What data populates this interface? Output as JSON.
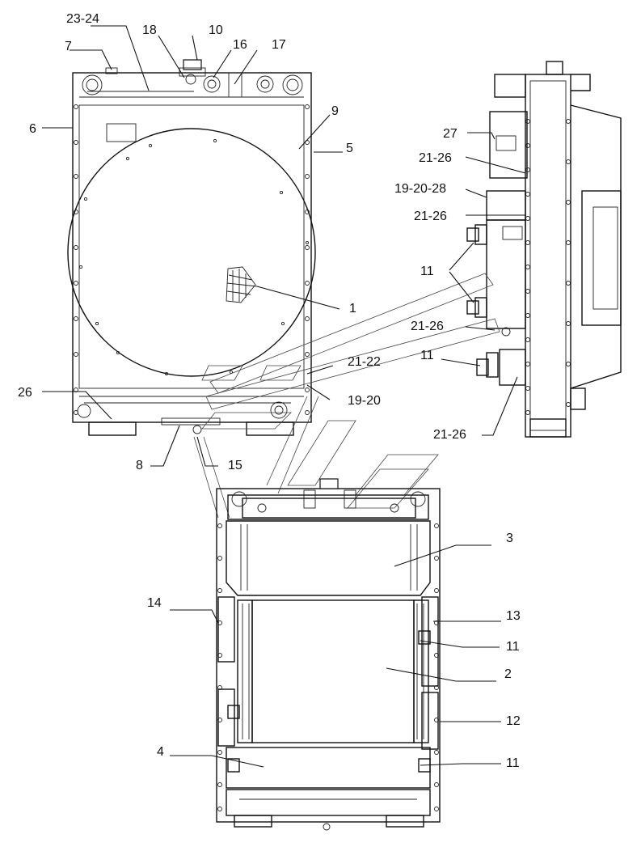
{
  "callouts": {
    "c23_24": "23-24",
    "c18": "18",
    "c10": "10",
    "c7": "7",
    "c16": "16",
    "c17": "17",
    "c9": "9",
    "c6": "6",
    "c5": "5",
    "c1": "1",
    "c21_22": "21-22",
    "c26": "26",
    "c19_20": "19-20",
    "c8": "8",
    "c15": "15",
    "c27": "27",
    "c21_26_a": "21-26",
    "c19_20_28": "19-20-28",
    "c21_26_b": "21-26",
    "c11_a": "11",
    "c21_26_c": "21-26",
    "c11_b": "11",
    "c21_26_d": "21-26",
    "c3": "3",
    "c14": "14",
    "c13": "13",
    "c11_c": "11",
    "c2": "2",
    "c12": "12",
    "c4": "4",
    "c11_d": "11"
  }
}
